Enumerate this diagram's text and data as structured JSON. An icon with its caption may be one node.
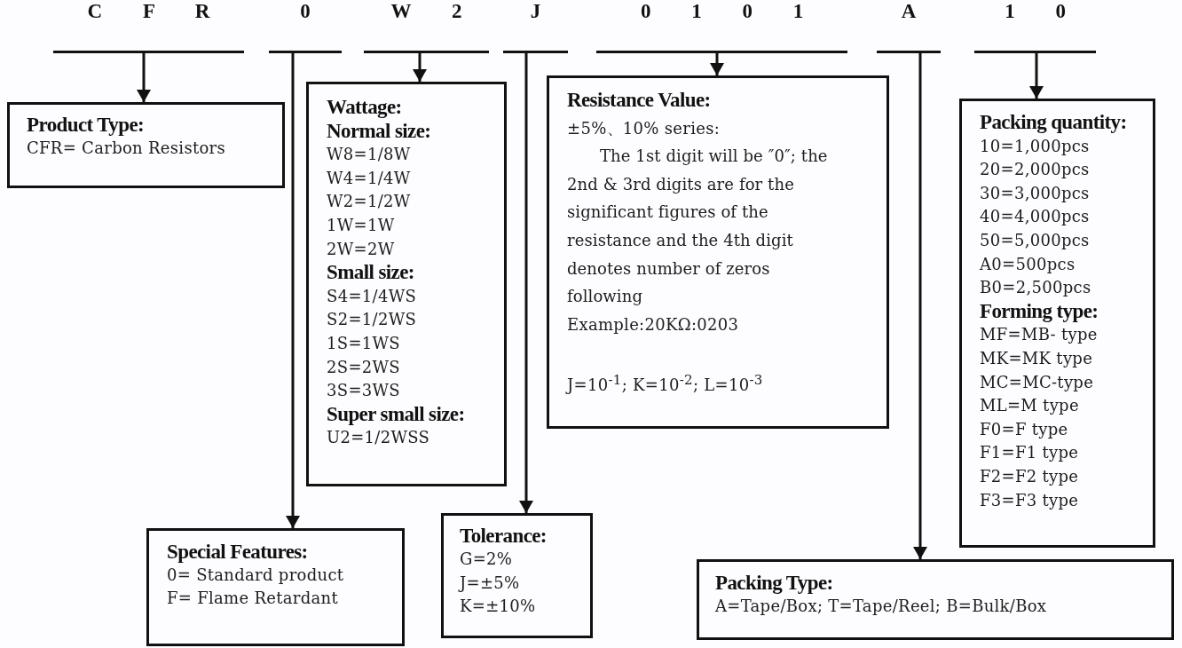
{
  "diagram": {
    "nodes": [
      {
        "text": [
          "C F R"
        ]
      },
      {
        "text": [
          "0"
        ]
      },
      {
        "text": [
          "W 2"
        ]
      },
      {
        "text": [
          "J"
        ]
      },
      {
        "text": [
          "0 1 0 1"
        ]
      },
      {
        "text": [
          "A"
        ]
      },
      {
        "text": [
          "1 0"
        ]
      },
      {
        "text": [
          "Product Type:",
          "CFR= Carbon Resistors"
        ]
      },
      {
        "text": [
          "Wattage:",
          "Normal size:",
          "W8=1/8W",
          "W4=1/4W",
          "W2=1/2W",
          "1W=1W",
          "2W=2W",
          "Small size:",
          "S4=1/4WS",
          "S2=1/2WS",
          "1S=1WS",
          "2S=2WS",
          "3S=3WS",
          "Super small size:",
          "U2=1/2WSS"
        ]
      },
      {
        "text": [
          "Resistance Value:",
          "±5%、10% series:",
          "The 1st digit will be ″0″; the 2nd & 3rd digits are for the significant figures of the resistance and the 4th digit denotes number of zeros following",
          "Example:20KΩ:0203",
          "J=10$^{-1}$; K=10$^{-2}$; L=10$^{-3}$"
        ]
      },
      {
        "text": [
          "Packing quantity:",
          "10=1,000pcs",
          "20=2,000pcs",
          "30=3,000pcs",
          "40=4,000pcs",
          "50=5,000pcs",
          "A0=500pcs",
          "B0=2,500pcs",
          "Forming type:",
          "MF=MB- type",
          "MK=MK type",
          "MC=MC-type",
          "ML=M type",
          "F0=F type",
          "F1=F1 type",
          "F2=F2 type",
          "F3=F3 type"
        ]
      },
      {
        "text": [
          "Special Features:",
          "0= Standard product",
          "F= Flame Retardant"
        ]
      },
      {
        "text": [
          "Tolerance:",
          "G=2%",
          "J=±5%",
          "K=±10%"
        ]
      },
      {
        "text": [
          "Packing Type:",
          "A=Tape/Box; T=Tape/Reel; B=Bulk/Box"
        ]
      }
    ],
    "edges": [
      {
        "from": 0,
        "to": 7,
        "arrow": "to"
      },
      {
        "from": 1,
        "to": 11,
        "arrow": "to"
      },
      {
        "from": 2,
        "to": 8,
        "arrow": "to"
      },
      {
        "from": 3,
        "to": 12,
        "arrow": "to"
      },
      {
        "from": 4,
        "to": 9,
        "arrow": "to"
      },
      {
        "from": 5,
        "to": 13,
        "arrow": "to"
      },
      {
        "from": 6,
        "to": 10,
        "arrow": "to"
      }
    ]
  }
}
